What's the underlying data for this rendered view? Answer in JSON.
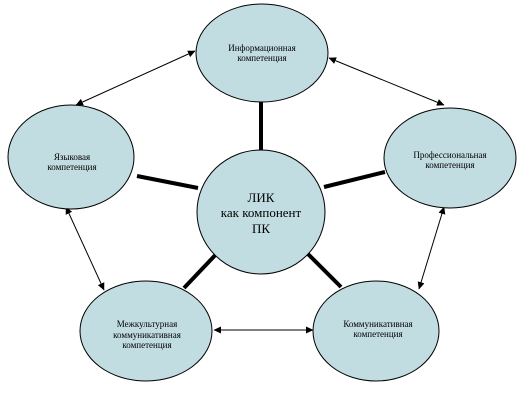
{
  "diagram": {
    "colors": {
      "node_fill": "#c2dde2",
      "node_stroke": "#000000",
      "line": "#000000",
      "background": "#ffffff"
    },
    "center": {
      "label": "ЛИК\nкак компонент\nПК"
    },
    "nodes": {
      "information": {
        "label": "Информационная\nкомпетенция"
      },
      "professional": {
        "label": "Профессиональная\nкомпетенция"
      },
      "communicative": {
        "label": "Коммуникативная\nкомпетенция"
      },
      "intercultural": {
        "label": "Межкультурная\nкоммуникативная\nкомпетенция"
      },
      "language": {
        "label": "Языковая\nкомпетенция"
      }
    },
    "connections": {
      "center_links": [
        "information",
        "professional",
        "communicative",
        "intercultural",
        "language"
      ],
      "bidirectional_arrows": [
        [
          "information",
          "professional"
        ],
        [
          "professional",
          "communicative"
        ],
        [
          "communicative",
          "intercultural"
        ],
        [
          "intercultural",
          "language"
        ],
        [
          "language",
          "information"
        ]
      ]
    }
  }
}
